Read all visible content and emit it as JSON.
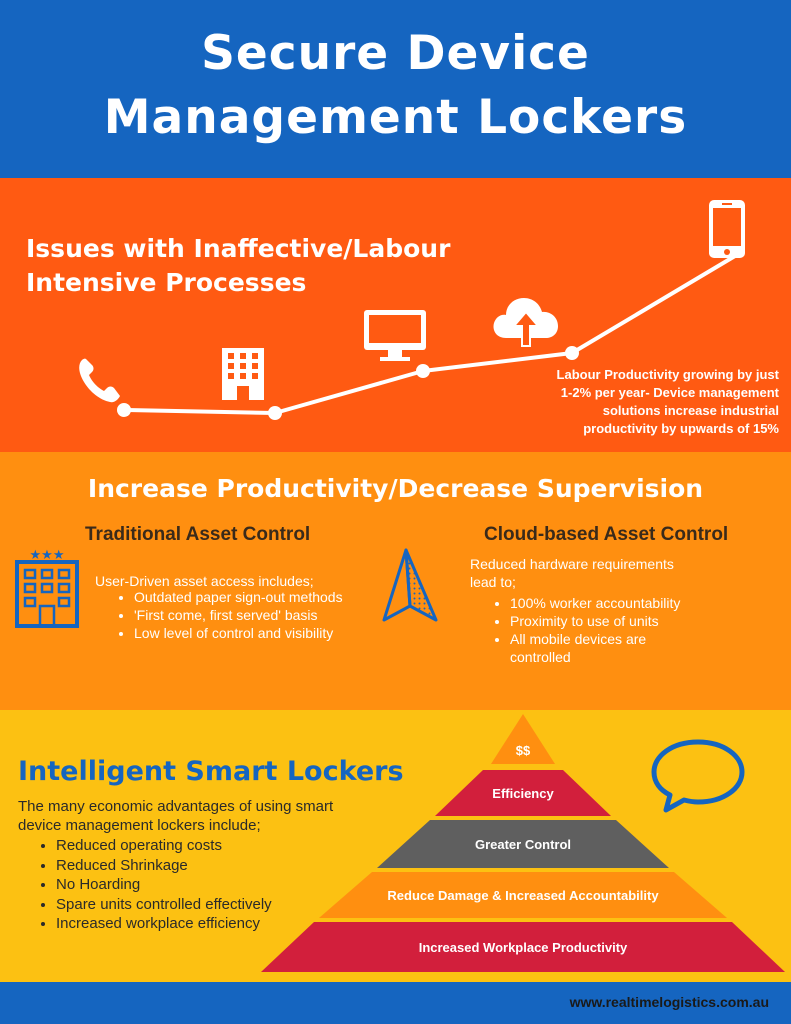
{
  "header": {
    "title_line1": "Secure Device",
    "title_line2": "Management Lockers"
  },
  "issues": {
    "heading_line1": "Issues with Inaffective/Labour",
    "heading_line2": "Intensive Processes",
    "stat_line1": "Labour Productivity growing by just",
    "stat_line2": "1-2% per year- Device management",
    "stat_line3": "solutions increase industrial",
    "stat_line4": "productivity by upwards of 15%",
    "icons": [
      "phone-icon",
      "building-icon",
      "monitor-icon",
      "cloud-upload-icon",
      "smartphone-icon"
    ]
  },
  "productivity": {
    "heading": "Increase Productivity/Decrease Supervision",
    "traditional": {
      "title": "Traditional Asset Control",
      "intro": "User-Driven asset access includes;",
      "items": [
        "Outdated paper sign-out methods",
        "'First come, first served' basis",
        "Low level of control and visibility"
      ],
      "icon": "hotel-building-icon"
    },
    "cloud": {
      "title": "Cloud-based Asset Control",
      "intro_line1": "Reduced hardware requirements",
      "intro_line2": "lead to;",
      "items": [
        "100% worker accountability",
        "Proximity to use of units",
        "All mobile devices are controlled"
      ],
      "icon": "location-arrow-icon"
    }
  },
  "lockers": {
    "heading": "Intelligent Smart Lockers",
    "intro_line1": "The many economic advantages of using smart",
    "intro_line2": "device management lockers include;",
    "items": [
      "Reduced operating costs",
      "Reduced Shrinkage",
      "No Hoarding",
      "Spare units controlled effectively",
      "Increased workplace efficiency"
    ],
    "pyramid": [
      "$$",
      "Efficiency",
      "Greater Control",
      "Reduce Damage & Increased Accountability",
      "Increased Workplace Productivity"
    ],
    "pyramid_colors": [
      "#ff8f10",
      "#d21f3c",
      "#5f5f5f",
      "#ff8f10",
      "#d21f3c"
    ],
    "icon": "speech-bubble-icon"
  },
  "footer": {
    "url": "www.realtimelogistics.com.au"
  },
  "colors": {
    "header_blue": "#1565c0",
    "issues_orange": "#ff5a12",
    "productivity_orange": "#ff8f10",
    "lockers_yellow": "#fcc112"
  }
}
